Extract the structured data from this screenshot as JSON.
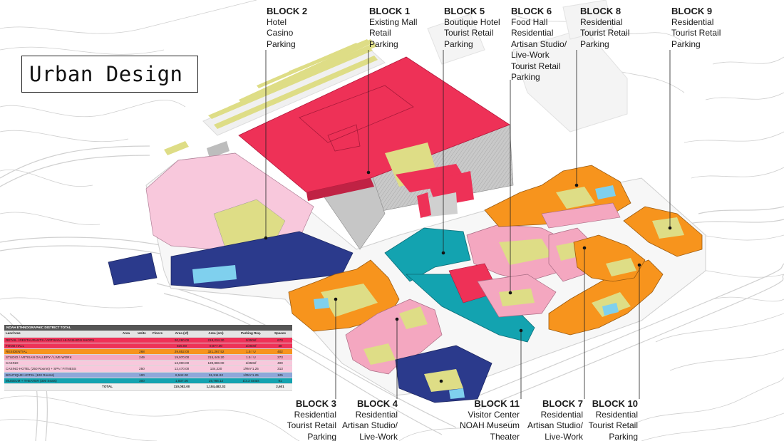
{
  "title": "Urban Design",
  "colors": {
    "retail": "#ee3157",
    "residential": "#f7941d",
    "artisan": "#f4a7c0",
    "hotel_casino": "#f8c8dc",
    "boutique": "#2b3a8c",
    "museum": "#13a3b0",
    "open_space": "#dedd86",
    "parking": "#bdbdbd",
    "water": "#7fd0ee"
  },
  "blocks_top": [
    {
      "name": "BLOCK 2",
      "uses": [
        "Hotel",
        "Casino",
        "Parking"
      ]
    },
    {
      "name": "BLOCK 1",
      "uses": [
        "Existing Mall",
        "Retail",
        "Parking"
      ]
    },
    {
      "name": "BLOCK 5",
      "uses": [
        "Boutique Hotel",
        "Tourist Retail",
        "Parking"
      ]
    },
    {
      "name": "BLOCK 6",
      "uses": [
        "Food Hall",
        "Residential",
        "Artisan Studio/",
        "Live-Work",
        "Tourist Retail",
        "Parking"
      ]
    },
    {
      "name": "BLOCK 8",
      "uses": [
        "Residential",
        "Tourist Retail",
        "Parking"
      ]
    },
    {
      "name": "BLOCK 9",
      "uses": [
        "Residential",
        "Tourist Retail",
        "Parking"
      ]
    }
  ],
  "blocks_bottom": [
    {
      "name": "BLOCK 3",
      "uses": [
        "Residential",
        "Tourist Retail",
        "Parking"
      ]
    },
    {
      "name": "BLOCK 4",
      "uses": [
        "Residential",
        "Artisan Studio/",
        "Live-Work"
      ]
    },
    {
      "name": "BLOCK 11",
      "uses": [
        "Visitor Center",
        "NOAH Museum",
        "Theater"
      ]
    },
    {
      "name": "BLOCK 7",
      "uses": [
        "Residential",
        "Artisan Studio/",
        "Live-Work"
      ]
    },
    {
      "name": "BLOCK 10",
      "uses": [
        "Residential",
        "Tourist Retail",
        "Parking"
      ]
    }
  ],
  "table": {
    "caption": "NOAH ETHNOGRAPHIC DISTRICT TOTAL",
    "headers": [
      "Land Use",
      "Area",
      "Units",
      "Floors",
      "Area (sf)",
      "Area (sm)",
      "Parking Req.",
      "Spaces"
    ],
    "rows": [
      {
        "color": "#ee3157",
        "cells": [
          "RETAIL / RESTAURANTS / ARTISAN / HI-FASHION SHOPS",
          "",
          "",
          "",
          "20,280.00",
          "218,234.30",
          "1/350sf",
          "670"
        ]
      },
      {
        "color": "#ee3157",
        "cells": [
          "FOOD HALL",
          "",
          "",
          "",
          "825.00",
          "8,877.00",
          "1/250sf",
          "38"
        ]
      },
      {
        "color": "#f7941d",
        "cells": [
          "RESIDENTIAL",
          "",
          "268",
          "",
          "29,852.00",
          "321,267.52",
          "1.5 / U",
          "402"
        ]
      },
      {
        "color": "#f4a7c0",
        "cells": [
          "STUDIO / ARTISAN GALLERY / LIVE-WORK",
          "",
          "249",
          "",
          "19,970.00",
          "215,449.20",
          "1.5 / U",
          "373"
        ]
      },
      {
        "color": "#f8c8dc",
        "cells": [
          "CASINO",
          "",
          "",
          "",
          "13,000.00",
          "139,880.00",
          "1/350sf",
          "400"
        ]
      },
      {
        "color": "#f8c8dc",
        "cells": [
          "CASINO HOTEL (250 Rooms) + SPA / FITNESS",
          "",
          "250",
          "",
          "12,470.00",
          "134,220",
          "1/Rm*1.25",
          "313"
        ]
      },
      {
        "color": "#8ea7d9",
        "cells": [
          "BOUTIQUE HOTEL (100 Rooms)",
          "",
          "100",
          "",
          "8,542.00",
          "91,911.92",
          "1/Rm*1.25",
          "125"
        ]
      },
      {
        "color": "#13a3b0",
        "cells": [
          "MUSEUM + THEATER (300 Seats)",
          "",
          "300",
          "",
          "1,837.00",
          "19,766.12",
          "1/3.3 Seats",
          "91"
        ]
      }
    ],
    "total": [
      "TOTAL",
      "",
      "",
      "",
      "110,082.00",
      "1,184,482.32",
      "",
      "2,601"
    ]
  }
}
